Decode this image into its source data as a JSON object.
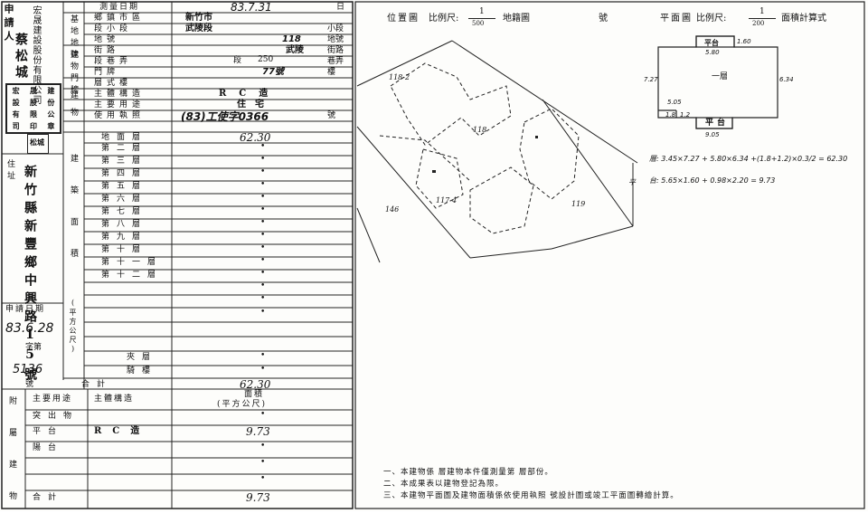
{
  "left_form": {
    "applicant_label": "申請人",
    "applicant_company": "宏晟建設股份有限公司",
    "applicant_person": "蔡松城",
    "seal_chars": [
      "宏",
      "晟",
      "建",
      "設",
      "股",
      "份",
      "有",
      "限",
      "公",
      "司",
      "印",
      "章"
    ],
    "seal_small": "松城",
    "address_label": "住址",
    "address_text": "新竹縣新豐鄉中興路15號",
    "application_date_label": "申請日期",
    "application_date": "83.6.28",
    "word_label": "字第",
    "number_label": "號",
    "serial_number": "5136",
    "survey_date_label": "測量日期",
    "survey_date_value": "83.7.31",
    "survey_date_tail": "日",
    "side_labels": {
      "base_land": "基地地號",
      "building_door": "建物門牌",
      "building": "建物",
      "area_col": "建築面積",
      "unit": "(平方公尺)",
      "annex": "附屬建物"
    },
    "rows": [
      {
        "label": "鄉鎮市區",
        "value": "新竹市"
      },
      {
        "label": "段小段",
        "value": "武陵段",
        "tail": "小段"
      },
      {
        "label": "地號",
        "value": "118",
        "tail": "地號"
      },
      {
        "label": "街路",
        "value": "武陵",
        "tail": "街路"
      },
      {
        "label": "段巷弄",
        "value": "段",
        "value2": "250",
        "tail": "巷弄"
      },
      {
        "label": "門牌",
        "value": "77號",
        "tail": "樓"
      },
      {
        "label": "層式樓",
        "value": ""
      },
      {
        "label": "主體構造",
        "value": "RC造"
      },
      {
        "label": "主要用途",
        "value": "住宅"
      },
      {
        "label": "使用執照",
        "value": "(83)工使字0366",
        "tail": "號"
      }
    ],
    "floors": [
      {
        "label": "地面層",
        "value": "62.30"
      },
      {
        "label": "第二層",
        "value": "•"
      },
      {
        "label": "第三層",
        "value": "•"
      },
      {
        "label": "第四層",
        "value": "•"
      },
      {
        "label": "第五層",
        "value": "•"
      },
      {
        "label": "第六層",
        "value": "•"
      },
      {
        "label": "第七層",
        "value": "•"
      },
      {
        "label": "第八層",
        "value": "•"
      },
      {
        "label": "第九層",
        "value": "•"
      },
      {
        "label": "第十層",
        "value": "•"
      },
      {
        "label": "第十一層",
        "value": "•"
      },
      {
        "label": "第十二層",
        "value": "•"
      },
      {
        "label": "",
        "value": "•"
      },
      {
        "label": "",
        "value": "•"
      },
      {
        "label": "",
        "value": "•"
      },
      {
        "label": "夾層",
        "value": "•"
      },
      {
        "label": "騎樓",
        "value": "•"
      },
      {
        "label": "合計",
        "value": "62.30"
      }
    ],
    "annex_header": {
      "use": "主要用途",
      "struct": "主體構造",
      "area": "面積",
      "unit": "(平方公尺)"
    },
    "annex_rows": [
      {
        "use": "突出物",
        "struct": "",
        "area": "•"
      },
      {
        "use": "平台",
        "struct": "RC造",
        "area": "9.73"
      },
      {
        "use": "陽台",
        "struct": "",
        "area": "•"
      },
      {
        "use": "",
        "struct": "",
        "area": "•"
      },
      {
        "use": "",
        "struct": "",
        "area": "•"
      },
      {
        "use": "合計",
        "struct": "",
        "area": "9.73"
      }
    ]
  },
  "location_map": {
    "title": "位置圖",
    "scale_label": "比例尺:",
    "scale_num": "1",
    "scale_den": "500",
    "sheet_label": "地籍圖",
    "sheet_tail": "號",
    "parcels": [
      "118-2",
      "118",
      "119",
      "146",
      "117-4",
      "平"
    ]
  },
  "floor_plan": {
    "title": "平面圖",
    "scale_label": "比例尺:",
    "scale_num": "1",
    "scale_den": "200",
    "calc_label": "面積計算式",
    "room_top": "平台",
    "room_main": "一層",
    "room_bottom": "平台",
    "dims": {
      "top": "5.80",
      "left": "7.27",
      "right": "6.34",
      "bottom": "9.05",
      "small1": "5.05",
      "small2": "1.8",
      "small3": "1.2",
      "top_width": "1.60"
    },
    "formula1": "層: 3.45×7.27 + 5.80×6.34 +(1.8+1.2)×0.3/2 = 62.30",
    "formula2": "台: 5.65×1.60 + 0.98×2.20 = 9.73"
  },
  "notes": [
    "一、本建物係          層建物本件僅測量第        層部份。",
    "二、本成果表以建物登記為限。",
    "三、本建物平面圖及建物面積係依使用執照          號設計圖或竣工平面圖轉繪計算。"
  ]
}
